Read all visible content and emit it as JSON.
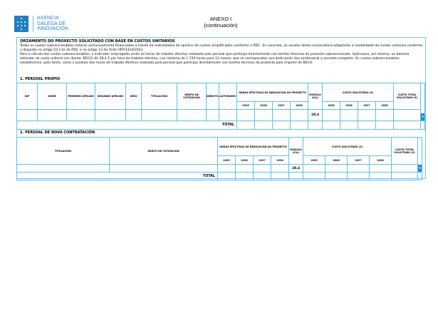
{
  "logo": {
    "lines": [
      "AXENCIA",
      "GALEGA DE",
      "INNOVACIÓN"
    ]
  },
  "header": {
    "title": "ANEXO I",
    "subtitle": "(continuación)"
  },
  "intro": {
    "title": "ORZAMENTO DO PROXECTO SOLICITADO CON BASE EN CUSTOS UNITARIOS",
    "p1": "Todos os custos subvencionables estarán exclusivamente financiados a través da metodoloxía de opcións de custos simplificados conforme o RDC. En concreto, as axudas desta convocatoria adoptarán a modalidade de custos unitarios conforme o disposto no artigo 53.1.b) do RDC e no artigo 13 da Orde HFP/1414/2023.",
    "p2": "Para o cálculo dos custos subvencionables, o indicador empregado serán as horas de traballo efectivo realizado polo persoal que participa directamente nas tarefas técnicas do proxecto subvencionado. Aplicarase, así mesmo, un baremo estándar de custo unitario (en diante, BECU) de 28,4 € por hora de traballo efectivo, cun máximo de 1.720 horas para 12 meses, que se corresponden coa dedicación dun profesional a xornada completa. Os custos subvencionables establécense, polo tanto, como o produto das horas de traballo efectivo realizado polo persoal que participa directamente nas tarefas técnicas do proxecto polo importe do BECU."
  },
  "section1": {
    "title": "1. PERSOAL PROPIO",
    "columns": {
      "nif": "NIF",
      "nome": "NOME",
      "apelido1": "PRIMEIRO APELIDO",
      "apelido2": "SEGUNDO APELIDO",
      "sexo": "SEXO",
      "titulacion": "TITULACIÓN",
      "grupo": "GRUPO DE COTIZACIÓN",
      "directivo": "DIRECTIVO",
      "autonomo": "AUTÓNOMO",
      "horas": "HORAS EFECTIVAS DE DEDICACIÓN AO PROXECTO",
      "modulo": "MÓDULO (€/h)",
      "custo": "CUSTO SOLICITADO (€)",
      "custo_total": "CUSTO TOTAL SOLICITADO (€)"
    },
    "years": [
      "2025",
      "2026",
      "2027",
      "2028"
    ],
    "modulo_value": "28,4",
    "total_label": "TOTAL",
    "add_label": "+",
    "remove_label": "-"
  },
  "section2": {
    "title": "2. PERSOAL DE NOVA CONTRATACIÓN",
    "columns": {
      "titulacion": "TITULACIÓN",
      "grupo": "GRUPO DE COTIZACIÓN",
      "horas": "HORAS EFECTIVAS DE DEDICACIÓN AO PROXECTO",
      "modulo": "MÓDULO (€/h)",
      "custo": "CUSTO SOLICITADO (€)",
      "custo_total": "CUSTO TOTAL SOLICITADO (€)"
    },
    "years": [
      "2025",
      "2026",
      "2027",
      "2028"
    ],
    "modulo_value": "28,4",
    "total_label": "TOTAL",
    "add_label": "+",
    "remove_label": "-"
  },
  "colors": {
    "border": "#5bc0eb",
    "brand": "#2a86c8",
    "add": "#1a8fd6",
    "remove": "#e53935"
  }
}
